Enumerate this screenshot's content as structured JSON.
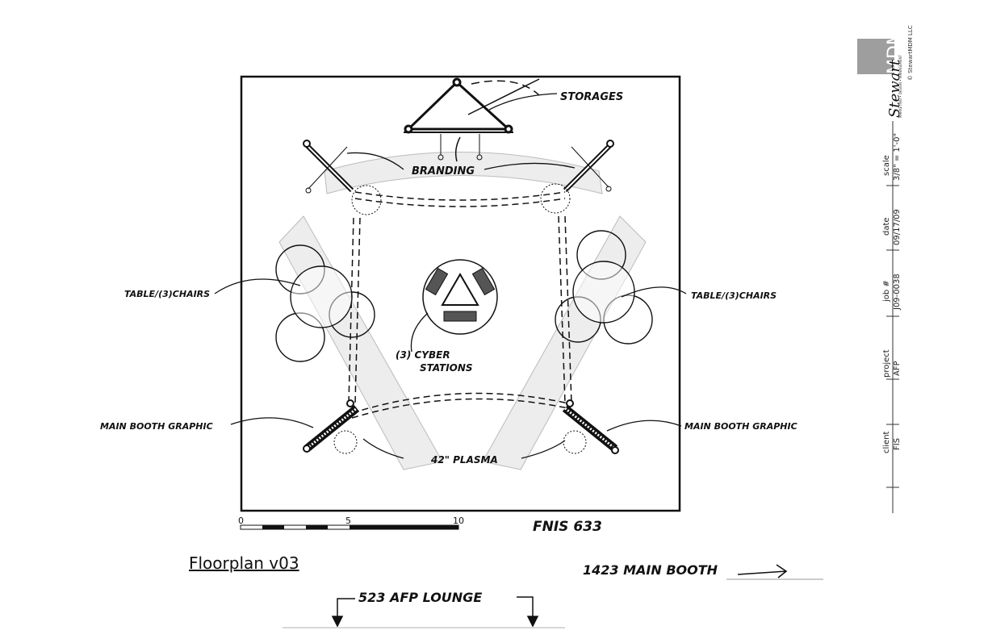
{
  "plan": {
    "title": "Floorplan v03",
    "labels": {
      "storage": "STORAGES",
      "branding": "BRANDING",
      "table_left": "TABLE/(3)CHAIRS",
      "table_right": "TABLE/(3)CHAIRS",
      "cyber_line1": "(3) CYBER",
      "cyber_line2": "STATIONS",
      "graphic_left": "MAIN BOOTH GRAPHIC",
      "graphic_right": "MAIN BOOTH GRAPHIC",
      "plasma": "42\" PLASMA",
      "booth_number": "FNIS 633",
      "main_booth": "1423 MAIN BOOTH",
      "lounge": "523 AFP LOUNGE"
    },
    "scale_bar": {
      "ticks": [
        "0",
        "5",
        "10"
      ]
    }
  },
  "title_block": {
    "logo": {
      "brand": "Stewart",
      "mark": "MDM",
      "tagline": "MARKETING • DESIGN • MANAGEMENT",
      "copyright": "© StewartMDM LLC"
    },
    "fields": [
      {
        "label": "scale",
        "value": "3/8\" = 1'-0\""
      },
      {
        "label": "date",
        "value": "09/17/09"
      },
      {
        "label": "job #",
        "value": "J09-0038"
      },
      {
        "label": "project",
        "value": "AFP"
      },
      {
        "label": "client",
        "value": "FIS"
      }
    ]
  }
}
